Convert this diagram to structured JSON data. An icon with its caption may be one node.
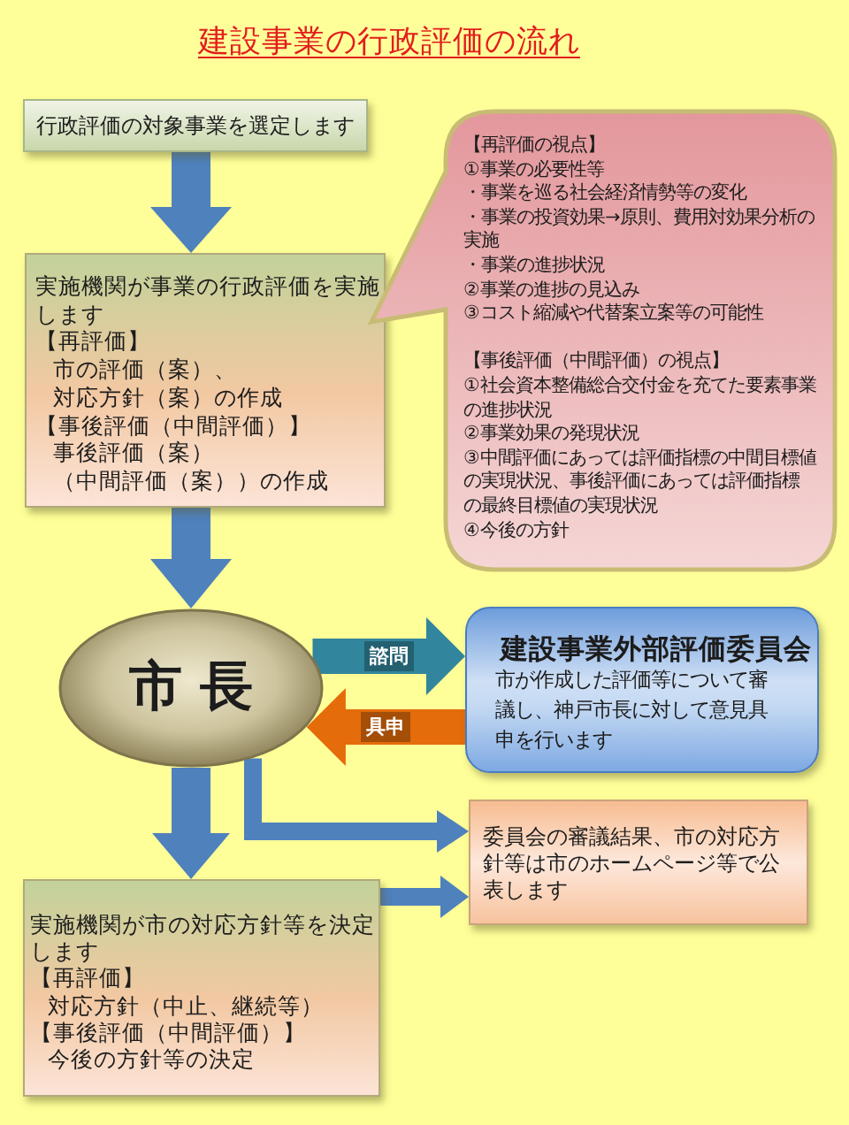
{
  "diagram": {
    "title": "建設事業の行政評価の流れ",
    "nodes": [
      {
        "text": [
          "行政評価の対象事業を選定します"
        ]
      },
      {
        "text": [
          "実施機関が事業の行政評価を実施します",
          "【再評価】",
          "市の評価（案）、",
          "対応方針（案）の作成",
          "【事後評価（中間評価）】",
          "事後評価（案）",
          "（中間評価（案））の作成"
        ]
      },
      {
        "text": [
          "【再評価の視点】",
          "①事業の必要性等",
          "・事業を巡る社会経済情勢等の変化",
          "・事業の投資効果→原則、費用対効果分析の実施",
          "・事業の進捗状況",
          "②事業の進捗の見込み",
          "③コスト縮減や代替案立案等の可能性",
          "【事後評価（中間評価）の視点】",
          "①社会資本整備総合交付金を充てた要素事業の進捗状況",
          "②事業効果の発現状況",
          "③中間評価にあっては評価指標の中間目標値の実現状況、事後評価にあっては評価指標の最終目標値の実現状況",
          "④今後の方針"
        ]
      },
      {
        "text": [
          "市 長"
        ]
      },
      {
        "text": [
          "建設事業外部評価委員会",
          "市が作成した評価等について審議し、神戸市長に対して意見具申を行います"
        ]
      },
      {
        "text": [
          "委員会の審議結果、市の対応方針等は市のホームページ等で公表します"
        ]
      },
      {
        "text": [
          "実施機関が市の対応方針等を決定します",
          "【再評価】",
          "対応方針（中止、継続等）",
          "【事後評価（中間評価）】",
          "今後の方針等の決定"
        ]
      }
    ],
    "edges": [
      {
        "from": 0,
        "to": 1,
        "arrow": "to"
      },
      {
        "from": 1,
        "to": 3,
        "arrow": "to"
      },
      {
        "from": 3,
        "to": 4,
        "arrow": "to",
        "label": "諮問",
        "color": "#31859c"
      },
      {
        "from": 4,
        "to": 3,
        "arrow": "to",
        "label": "具申",
        "color": "#e46c0a"
      },
      {
        "from": 3,
        "to": 6,
        "arrow": "to"
      },
      {
        "from": 3,
        "to": 5,
        "arrow": "to"
      },
      {
        "from": 6,
        "to": 5,
        "arrow": "to"
      }
    ]
  }
}
